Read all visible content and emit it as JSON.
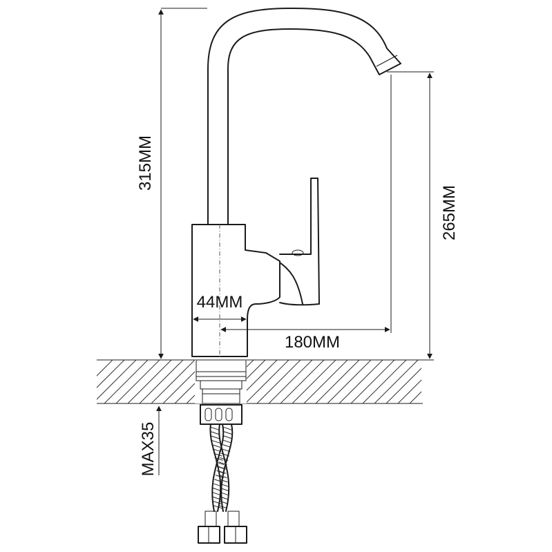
{
  "dimensions": {
    "total_height": "315MM",
    "spout_height": "265MM",
    "body_diameter": "44MM",
    "spout_reach": "180MM",
    "max_thickness": "MAX35"
  }
}
